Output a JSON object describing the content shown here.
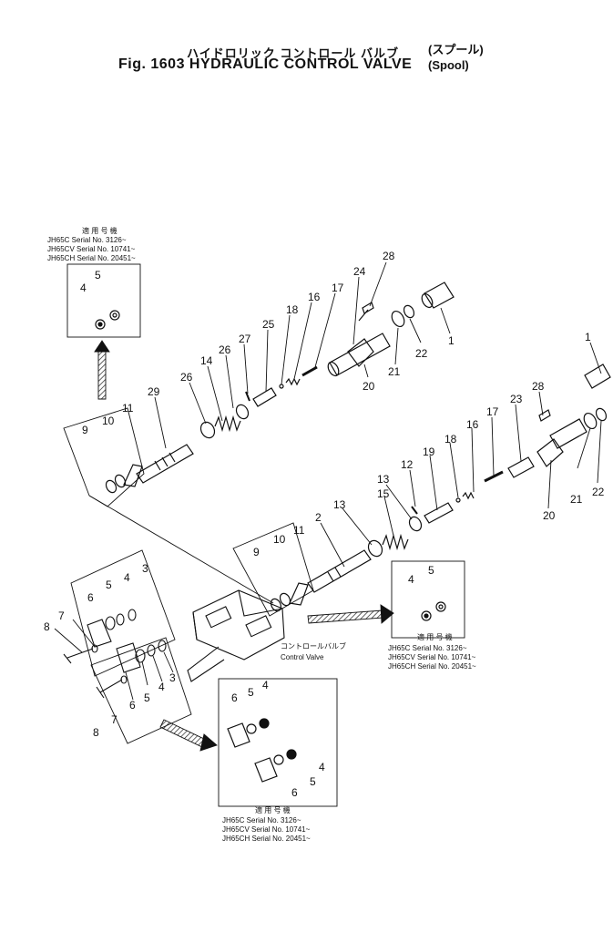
{
  "title": {
    "japanese": "ハイドロリック コントロール バルブ",
    "english": "Fig. 1603  HYDRAULIC  CONTROL  VALVE",
    "sub": "(スプール)",
    "sub2": "(Spool)"
  },
  "serial_note": {
    "heading": "適 用 号 機",
    "lines": [
      "JH65C    Serial  No. 3126~",
      "JH65CV   Serial  No. 10741~",
      "JH65CH   Serial  No. 20451~"
    ]
  },
  "control_valve_label": {
    "jp": "コントロールバルブ",
    "en": "Control Valve"
  },
  "callouts": {
    "top_row": [
      "1",
      "22",
      "21",
      "20",
      "24",
      "28",
      "17",
      "16",
      "18",
      "25",
      "27",
      "26",
      "14",
      "26",
      "29",
      "11",
      "10",
      "9"
    ],
    "mid_row": [
      "1",
      "22",
      "21",
      "20",
      "23",
      "28",
      "17",
      "16",
      "18",
      "19",
      "12",
      "13",
      "15",
      "13",
      "2",
      "11",
      "10",
      "9"
    ],
    "left_group": [
      "7",
      "8",
      "6",
      "5",
      "4",
      "3",
      "8",
      "7",
      "6",
      "5",
      "4",
      "3"
    ],
    "insets": [
      "4",
      "5",
      "4",
      "5",
      "6",
      "5",
      "4",
      "4",
      "5",
      "6"
    ]
  }
}
